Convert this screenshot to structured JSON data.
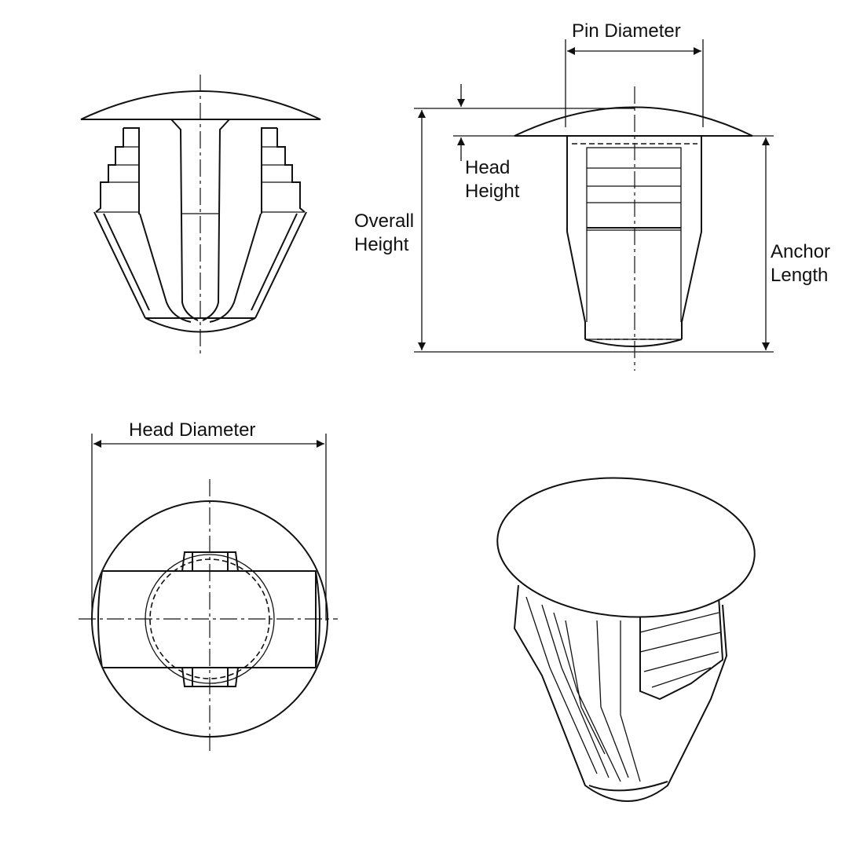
{
  "labels": {
    "pin_diameter": "Pin Diameter",
    "head_height_line1": "Head",
    "head_height_line2": "Height",
    "overall_height_line1": "Overall",
    "overall_height_line2": "Height",
    "anchor_length_line1": "Anchor",
    "anchor_length_line2": "Length",
    "head_diameter": "Head Diameter"
  }
}
